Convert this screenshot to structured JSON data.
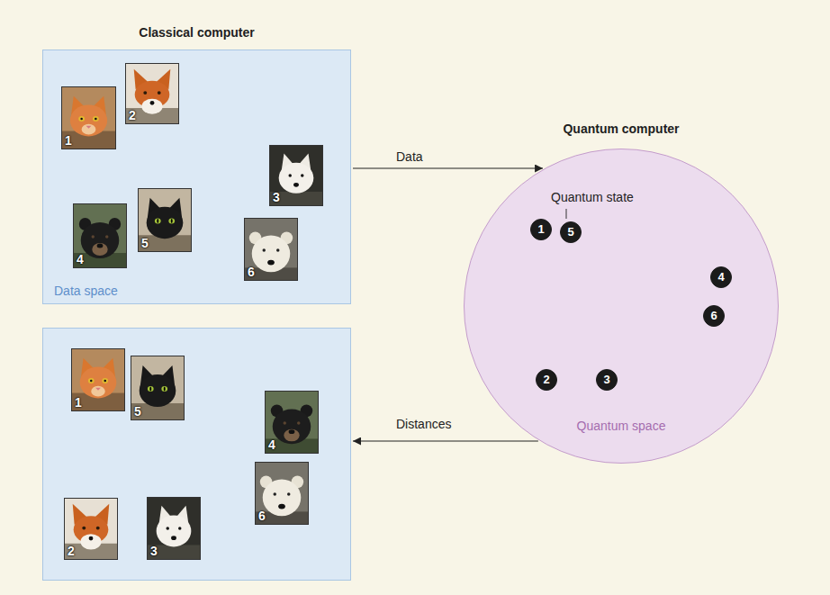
{
  "diagram": {
    "nodes": [
      {
        "text": [
          "Classical computer",
          "Data space"
        ]
      },
      {
        "text": [
          "1"
        ],
        "in": 0
      },
      {
        "text": [
          "2"
        ],
        "in": 0
      },
      {
        "text": [
          "3"
        ],
        "in": 0
      },
      {
        "text": [
          "4"
        ],
        "in": 0
      },
      {
        "text": [
          "5"
        ],
        "in": 0
      },
      {
        "text": [
          "6"
        ],
        "in": 0
      },
      {
        "text": [
          "Quantum computer",
          "Quantum space"
        ]
      },
      {
        "text": [
          "1"
        ],
        "in": 7
      },
      {
        "text": [
          "2"
        ],
        "in": 7
      },
      {
        "text": [
          "3"
        ],
        "in": 7
      },
      {
        "text": [
          "4"
        ],
        "in": 7
      },
      {
        "text": [
          "5"
        ],
        "in": 7
      },
      {
        "text": [
          "6"
        ],
        "in": 7
      },
      {
        "text": []
      },
      {
        "text": [
          "1"
        ],
        "in": 14
      },
      {
        "text": [
          "5"
        ],
        "in": 14
      },
      {
        "text": [
          "4"
        ],
        "in": 14
      },
      {
        "text": [
          "6"
        ],
        "in": 14
      },
      {
        "text": [
          "2"
        ],
        "in": 14
      },
      {
        "text": [
          "3"
        ],
        "in": 14
      }
    ],
    "edges": [
      {
        "from": 0,
        "to": 7,
        "label": "Data",
        "arrow": "to"
      },
      {
        "from": 7,
        "to": 14,
        "label": "Distances",
        "arrow": "to"
      }
    ],
    "labels": [
      "Quantum state"
    ]
  }
}
